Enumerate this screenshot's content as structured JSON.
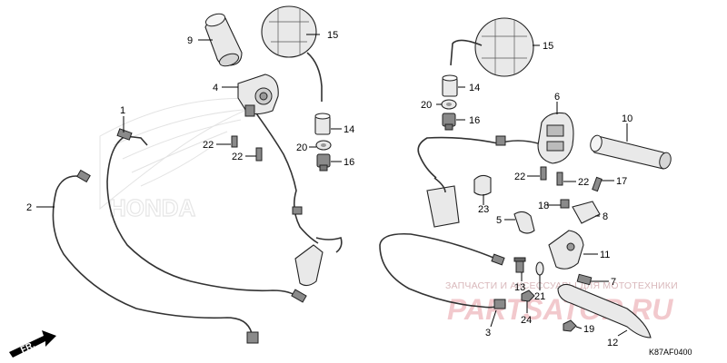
{
  "diagram": {
    "code": "K87AF0400",
    "front_label": "FR.",
    "logo_text": "HONDA",
    "watermark": {
      "subtitle": "ЗАПЧАСТИ И АКСЕССУАРЫ ДЛЯ МОТОТЕХНИКИ",
      "brand": "PARTSATOR.RU"
    },
    "callouts": {
      "c1": "1",
      "c2": "2",
      "c3": "3",
      "c4": "4",
      "c5": "5",
      "c6": "6",
      "c7": "7",
      "c8": "8",
      "c9": "9",
      "c10": "10",
      "c11": "11",
      "c12": "12",
      "c13": "13",
      "c14a": "14",
      "c14b": "14",
      "c15a": "15",
      "c15b": "15",
      "c16a": "16",
      "c16b": "16",
      "c17": "17",
      "c18": "18",
      "c19": "19",
      "c20a": "20",
      "c20b": "20",
      "c21": "21",
      "c22a": "22",
      "c22b": "22",
      "c22c": "22",
      "c22d": "22",
      "c23": "23",
      "c24": "24"
    }
  }
}
